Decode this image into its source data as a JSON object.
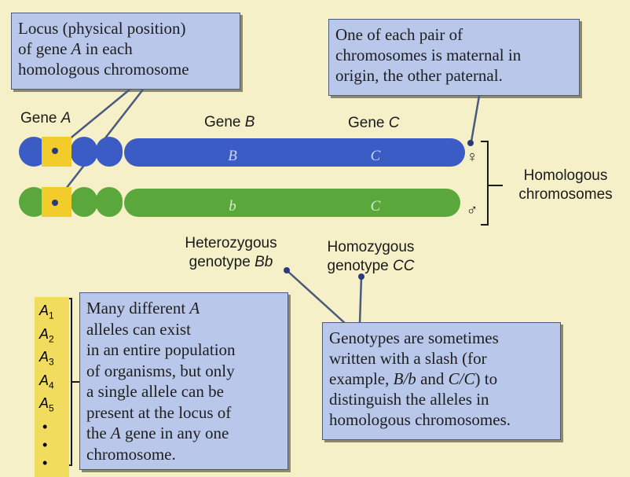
{
  "callouts": {
    "locus_pre": "Locus (physical position)\nof gene ",
    "locus_gene": "A",
    "locus_post": " in each\nhomologous chromosome",
    "maternal": "One of each pair of\nchromosomes is maternal in\norigin, the other paternal.",
    "alleles_l1_pre": "Many different ",
    "alleles_l1_gene": "A",
    "alleles_mid": "\nalleles can exist\nin an entire population\nof organisms, but only\na single allele can be\npresent at the locus of\nthe ",
    "alleles_l2_gene": "A",
    "alleles_post": " gene in any one\nchromosome.",
    "slash_pre": "Genotypes are sometimes\nwritten with a slash (for\nexample, ",
    "slash_ex1": "B/b",
    "slash_and": " and ",
    "slash_ex2": "C/C",
    "slash_post": ") to\ndistinguish the alleles in\nhomologous chromosomes."
  },
  "gene_labels": {
    "a_word": "Gene",
    "a_letter": "A",
    "b_word": "Gene",
    "b_letter": "B",
    "c_word": "Gene",
    "c_letter": "C"
  },
  "chromosomes": {
    "maternal_color": "#3a5cc4",
    "paternal_color": "#5aa83c",
    "locus_color": "#f2cc2a",
    "maternal_b": "B",
    "maternal_c": "C",
    "paternal_b": "b",
    "paternal_c": "C",
    "female_symbol": "♀",
    "male_symbol": "♂"
  },
  "homologous_label": "Homologous\nchromosomes",
  "genotypes": {
    "het_line1": "Heterozygous",
    "het_word": "genotype ",
    "het_value": "Bb",
    "hom_line1": "Homozygous",
    "hom_word": "genotype ",
    "hom_value": "CC"
  },
  "alleles": {
    "letter": "A",
    "subs": [
      "1",
      "2",
      "3",
      "4",
      "5"
    ],
    "dots": [
      "•",
      "•",
      "•"
    ]
  }
}
